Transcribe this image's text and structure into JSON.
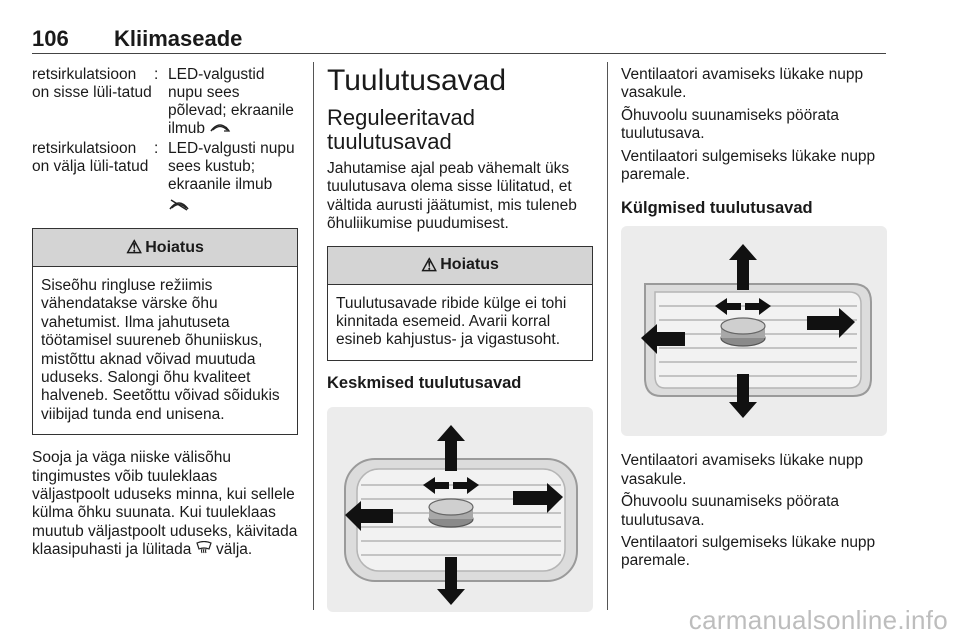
{
  "header": {
    "page_number": "106",
    "chapter": "Kliimaseade"
  },
  "col1": {
    "definitions": [
      {
        "term": "retsirkulatsioon on sisse lüli-tatud",
        "desc": "LED-valgustid nupu sees põlevad; ekraanile ilmub",
        "icon": "recirculation-on-icon"
      },
      {
        "term": "retsirkulatsioon on välja lüli-tatud",
        "desc": "LED-valgusti nupu sees kustub; ekraanile ilmub",
        "icon": "recirculation-off-icon"
      }
    ],
    "warning": {
      "title": "Hoiatus",
      "body": "Siseõhu ringluse režiimis vähendatakse värske õhu vahetumist. Ilma jahutuseta töötamisel suureneb õhuniiskus, mistõttu aknad võivad muutuda uduseks. Salongi õhu kvaliteet halveneb. Seetõttu võivad sõidukis viibijad tunda end unisena."
    },
    "para": "Sooja ja väga niiske välisõhu tingimustes võib tuuleklaas väljastpoolt uduseks minna, kui sellele külma õhku suunata. Kui tuuleklaas muutub väljastpoolt uduseks, käivitada klaasipuhasti ja lülitada",
    "para_icon": "windscreen-defrost-icon",
    "para_end": "välja."
  },
  "col2": {
    "heading": "Tuulutusavad",
    "subheading": "Reguleeritavad tuulutusavad",
    "intro": "Jahutamise ajal peab vähemalt üks tuulutusava olema sisse lülitatud, et vältida aurusti jäätumist, mis tuleneb õhuliikumise puudumisest.",
    "warning": {
      "title": "Hoiatus",
      "body": "Tuulutusavade ribide külge ei tohi kinnitada esemeid. Avarii korral esineb kahjustus- ja vigastusoht."
    },
    "section_title": "Keskmised tuulutusavad"
  },
  "col3": {
    "p1": "Ventilaatori avamiseks lükake nupp vasakule.",
    "p2": "Õhuvoolu suunamiseks pöörata tuulutusava.",
    "p3": "Ventilaatori sulgemiseks lükake nupp paremale.",
    "section_title": "Külgmised tuulutusavad",
    "p4": "Ventilaatori avamiseks lükake nupp vasakule.",
    "p5": "Õhuvoolu suunamiseks pöörata tuulutusava.",
    "p6": "Ventilaatori sulgemiseks lükake nupp paremale."
  },
  "watermark": "carmanualsonline.info"
}
